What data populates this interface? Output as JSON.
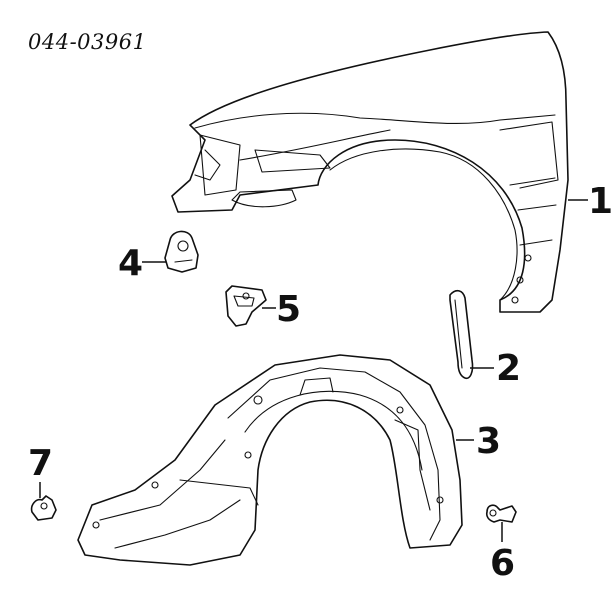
{
  "diagram": {
    "reference_code": "044-03961",
    "callouts": [
      {
        "id": "1",
        "label": "1"
      },
      {
        "id": "2",
        "label": "2"
      },
      {
        "id": "3",
        "label": "3"
      },
      {
        "id": "4",
        "label": "4"
      },
      {
        "id": "5",
        "label": "5"
      },
      {
        "id": "6",
        "label": "6"
      },
      {
        "id": "7",
        "label": "7"
      }
    ]
  }
}
